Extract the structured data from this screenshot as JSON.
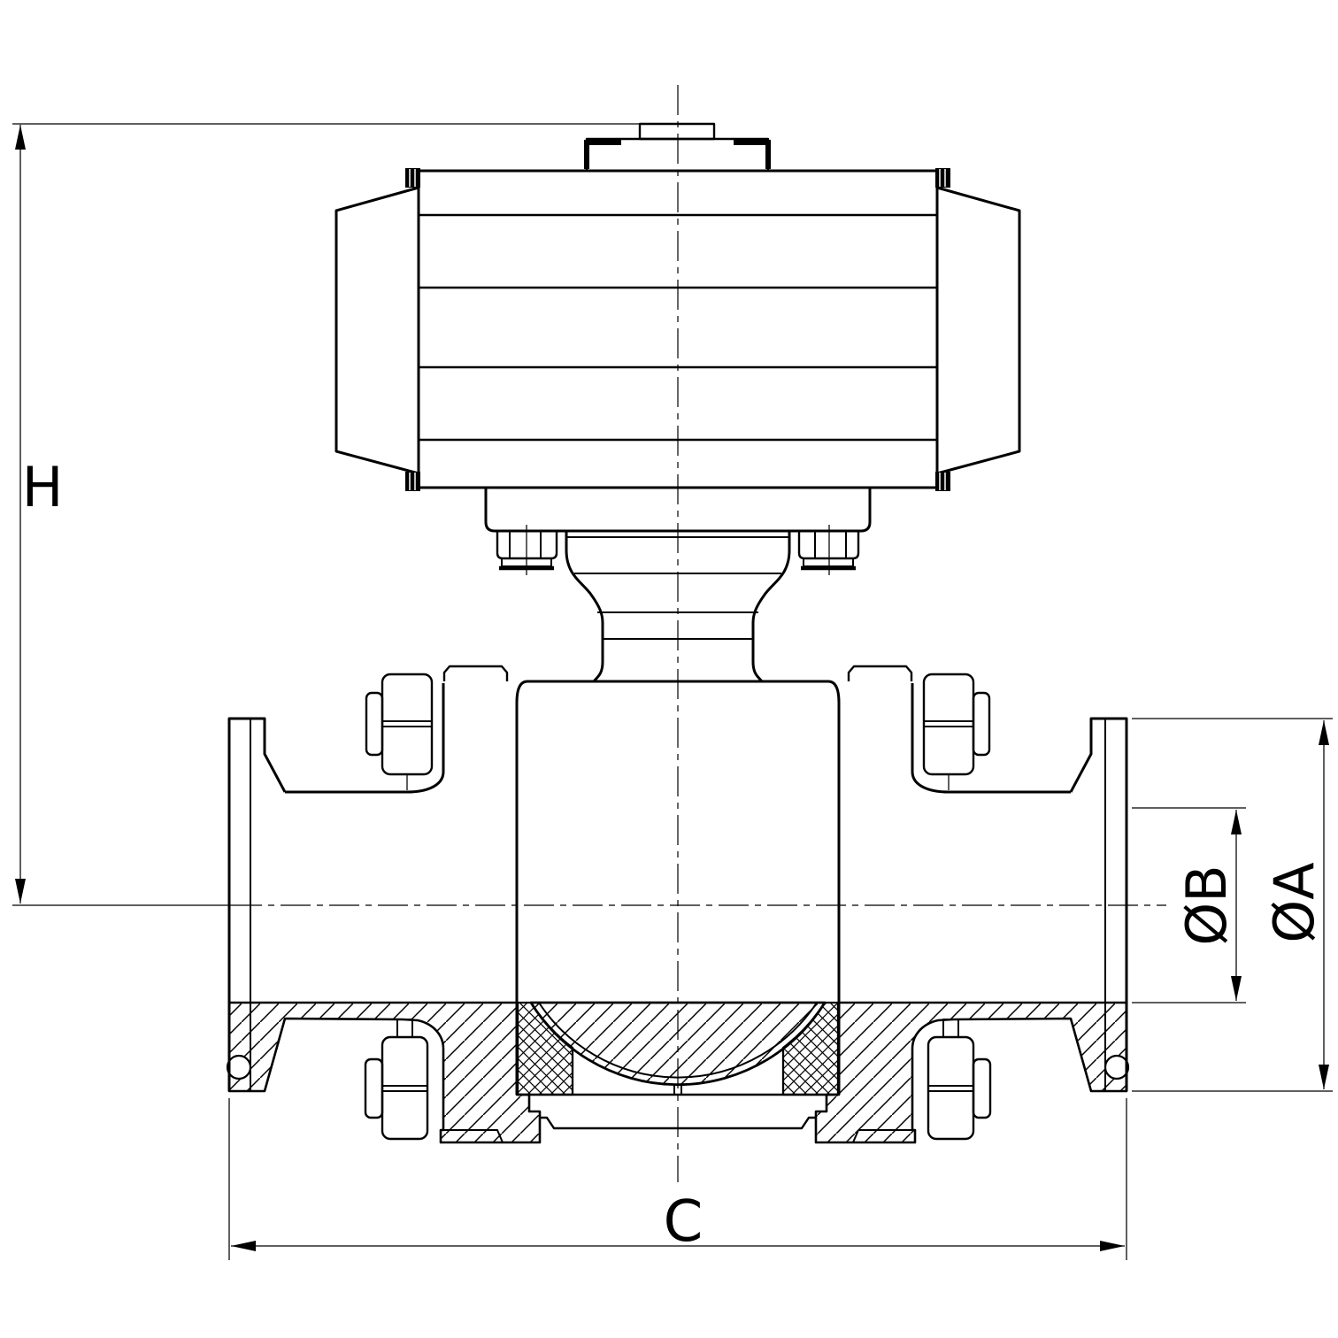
{
  "drawing": {
    "background": "#ffffff",
    "line_color": "#000000",
    "dimension_labels": {
      "height": "H",
      "face_to_face": "C",
      "tube_diameter": "ØB",
      "clamp_flange_diameter": "ØA"
    }
  }
}
